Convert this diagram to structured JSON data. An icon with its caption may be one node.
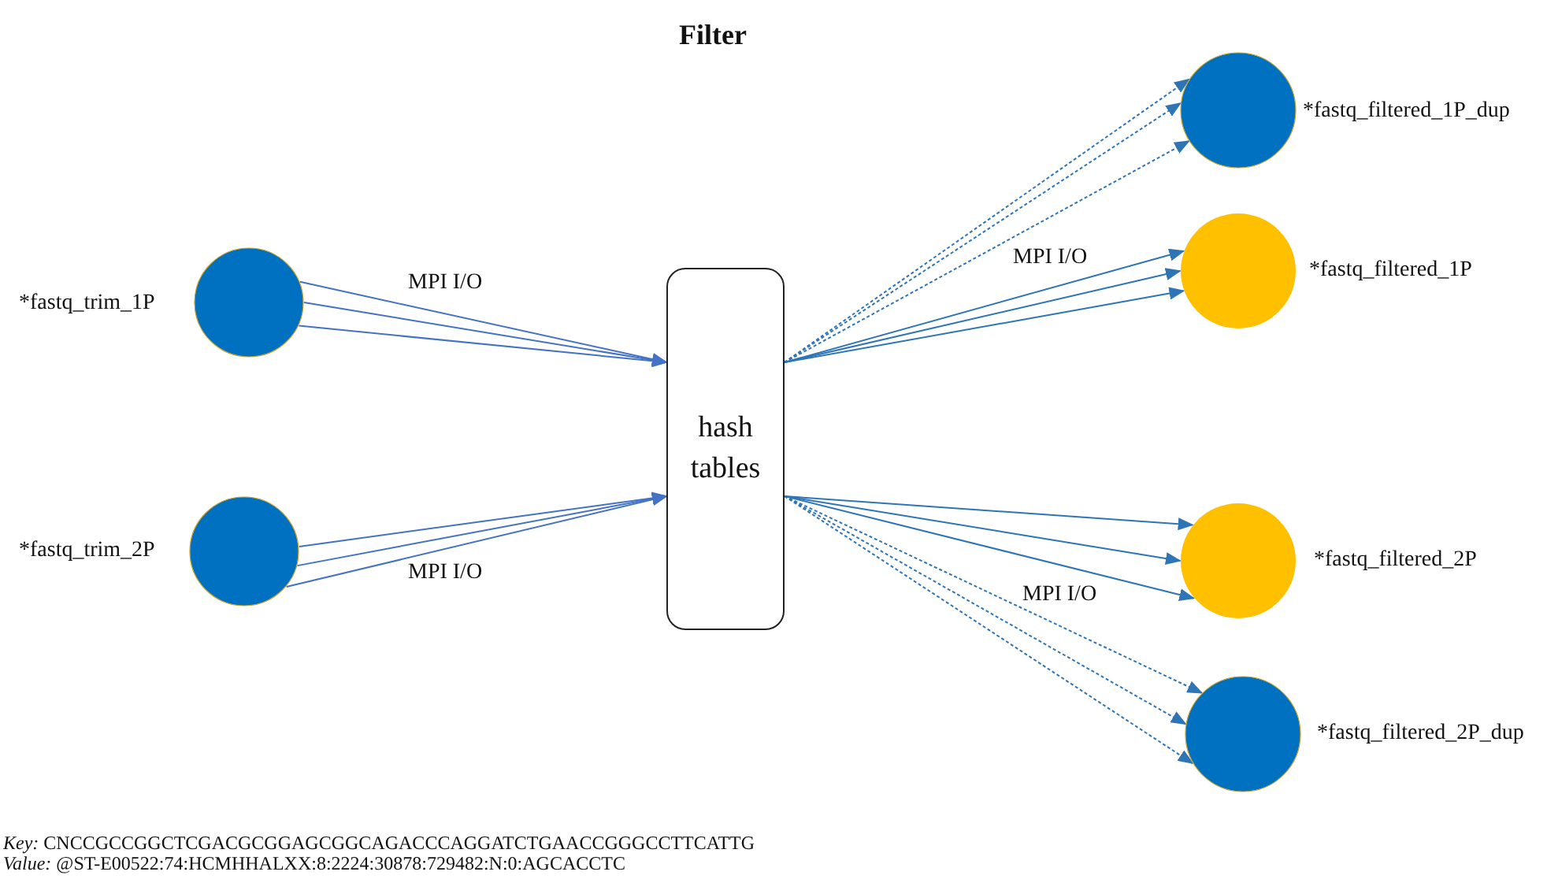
{
  "diagram": {
    "title": "Filter",
    "nodes": [
      {
        "text": [],
        "shape": "circle",
        "beside": [
          "*fastq_trim_1P"
        ]
      },
      {
        "text": [],
        "shape": "circle",
        "beside": [
          "*fastq_trim_2P"
        ]
      },
      {
        "text": [
          "hash tables"
        ]
      },
      {
        "text": [],
        "shape": "circle",
        "beside": [
          "*fastq_filtered_1P_dup"
        ]
      },
      {
        "text": [],
        "shape": "circle",
        "beside": [
          "*fastq_filtered_1P"
        ]
      },
      {
        "text": [],
        "shape": "circle",
        "beside": [
          "*fastq_filtered_2P"
        ]
      },
      {
        "text": [],
        "shape": "circle",
        "beside": [
          "*fastq_filtered_2P_dup"
        ]
      }
    ],
    "edges": [
      {
        "from": 0,
        "to": 2,
        "arrow": "to",
        "label": "MPI I/O"
      },
      {
        "from": 0,
        "to": 2,
        "arrow": "to"
      },
      {
        "from": 0,
        "to": 2,
        "arrow": "to"
      },
      {
        "from": 1,
        "to": 2,
        "arrow": "to"
      },
      {
        "from": 1,
        "to": 2,
        "arrow": "to"
      },
      {
        "from": 1,
        "to": 2,
        "arrow": "to",
        "label": "MPI I/O"
      },
      {
        "from": 2,
        "to": 3,
        "arrow": "to",
        "style": "dashed"
      },
      {
        "from": 2,
        "to": 3,
        "arrow": "to",
        "style": "dashed"
      },
      {
        "from": 2,
        "to": 3,
        "arrow": "to",
        "style": "dashed"
      },
      {
        "from": 2,
        "to": 4,
        "arrow": "to",
        "label": "MPI I/O"
      },
      {
        "from": 2,
        "to": 4,
        "arrow": "to"
      },
      {
        "from": 2,
        "to": 4,
        "arrow": "to"
      },
      {
        "from": 2,
        "to": 5,
        "arrow": "to"
      },
      {
        "from": 2,
        "to": 5,
        "arrow": "to"
      },
      {
        "from": 2,
        "to": 5,
        "arrow": "to"
      },
      {
        "from": 2,
        "to": 6,
        "arrow": "to",
        "style": "dashed",
        "label": "MPI I/O"
      },
      {
        "from": 2,
        "to": 6,
        "arrow": "to",
        "style": "dashed"
      },
      {
        "from": 2,
        "to": 6,
        "arrow": "to",
        "style": "dashed"
      }
    ],
    "labels": [
      "*Key:* CNCCGCCGGCTCGACGCGGAGCGGCAGACCCAGGATCTGAACCGGGCCTTCATTG",
      "*Value:* @ST-E00522:74:HCMHHALXX:8:2224:30878:729482:N:0:AGCACCTC"
    ]
  }
}
